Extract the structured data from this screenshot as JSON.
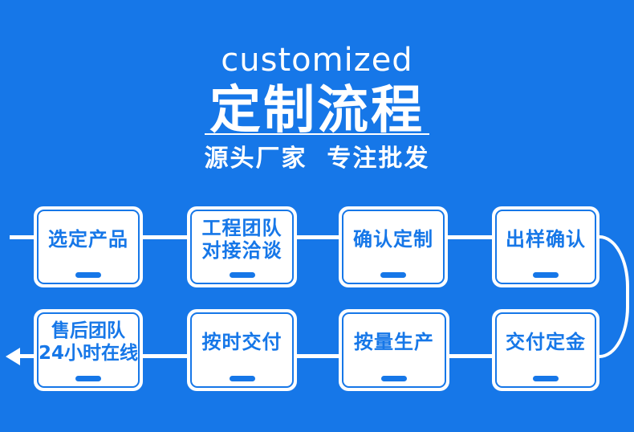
{
  "header": {
    "eyebrow": "customized",
    "title": "定制流程",
    "subtitle": "源头厂家  专注批发"
  },
  "flow": {
    "steps": [
      {
        "label": "选定产品"
      },
      {
        "label": "工程团队\n对接洽谈"
      },
      {
        "label": "确认定制"
      },
      {
        "label": "出样确认"
      },
      {
        "label": "交付定金"
      },
      {
        "label": "按量生产"
      },
      {
        "label": "按时交付"
      },
      {
        "label": "售后团队\n24小时在线"
      }
    ]
  },
  "colors": {
    "background_blue": "#1677e8",
    "accent_blue": "#1677e8",
    "box_white": "#ffffff"
  }
}
